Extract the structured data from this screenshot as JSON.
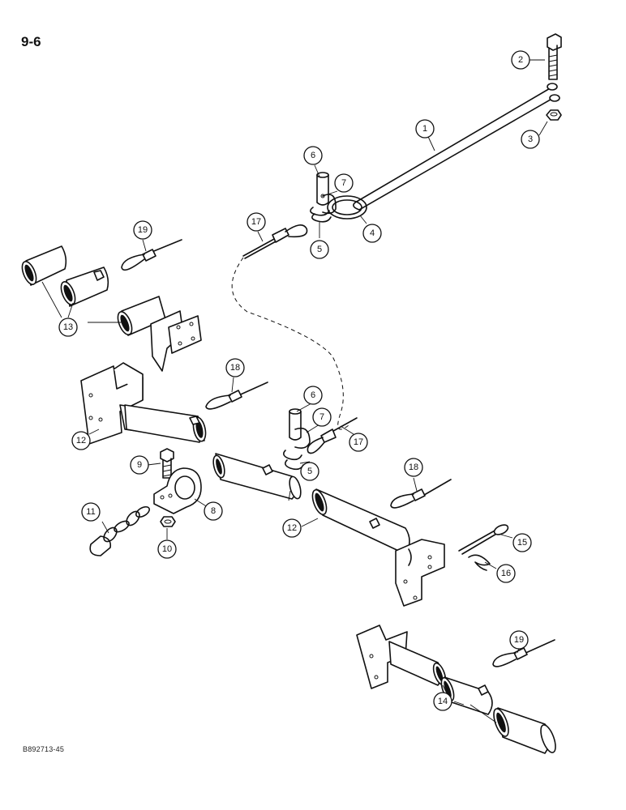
{
  "page": {
    "number": "9-6",
    "figure_code": "B892713-45"
  },
  "callouts": [
    {
      "id": "c1",
      "label": "1"
    },
    {
      "id": "c2",
      "label": "2"
    },
    {
      "id": "c3",
      "label": "3"
    },
    {
      "id": "c4",
      "label": "4"
    },
    {
      "id": "c5a",
      "label": "5"
    },
    {
      "id": "c5b",
      "label": "5"
    },
    {
      "id": "c6a",
      "label": "6"
    },
    {
      "id": "c6b",
      "label": "6"
    },
    {
      "id": "c7a",
      "label": "7"
    },
    {
      "id": "c7b",
      "label": "7"
    },
    {
      "id": "c8",
      "label": "8"
    },
    {
      "id": "c9",
      "label": "9"
    },
    {
      "id": "c10",
      "label": "10"
    },
    {
      "id": "c11",
      "label": "11"
    },
    {
      "id": "c12a",
      "label": "12"
    },
    {
      "id": "c12b",
      "label": "12"
    },
    {
      "id": "c13",
      "label": "13"
    },
    {
      "id": "c14",
      "label": "14"
    },
    {
      "id": "c15",
      "label": "15"
    },
    {
      "id": "c16",
      "label": "16"
    },
    {
      "id": "c17a",
      "label": "17"
    },
    {
      "id": "c17b",
      "label": "17"
    },
    {
      "id": "c18a",
      "label": "18"
    },
    {
      "id": "c18b",
      "label": "18"
    },
    {
      "id": "c19a",
      "label": "19"
    },
    {
      "id": "c19b",
      "label": "19"
    }
  ]
}
